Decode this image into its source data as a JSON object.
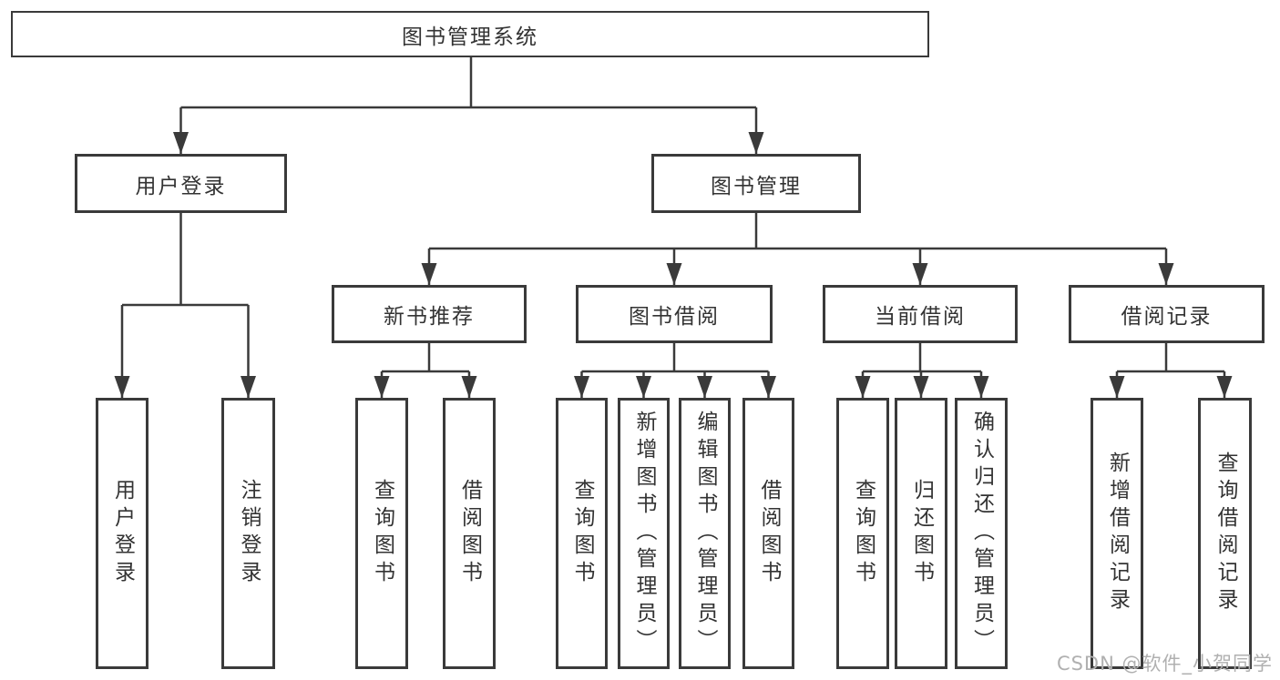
{
  "diagram": {
    "title": "图书管理系统",
    "branches": {
      "user_login": "用户登录",
      "book_management": "图书管理"
    },
    "modules": {
      "new_book_recommend": "新书推荐",
      "book_borrow": "图书借阅",
      "current_borrow": "当前借阅",
      "borrow_record": "借阅记录"
    },
    "functions": {
      "user_login": [
        "用户登录",
        "注销登录"
      ],
      "new_book_recommend": [
        "查询图书",
        "借阅图书"
      ],
      "book_borrow": [
        "查询图书",
        "新增图书（管理员）",
        "编辑图书（管理员）",
        "借阅图书"
      ],
      "current_borrow": [
        "查询图书",
        "归还图书",
        "确认归还（管理员）"
      ],
      "borrow_record": [
        "新增借阅记录",
        "查询借阅记录"
      ]
    }
  },
  "watermark": {
    "text": "CSDN @软件_小贺同学"
  },
  "colors": {
    "line": "#3a3a3a",
    "text": "#333333",
    "watermark": "#b0b0b0",
    "background": "#ffffff"
  }
}
